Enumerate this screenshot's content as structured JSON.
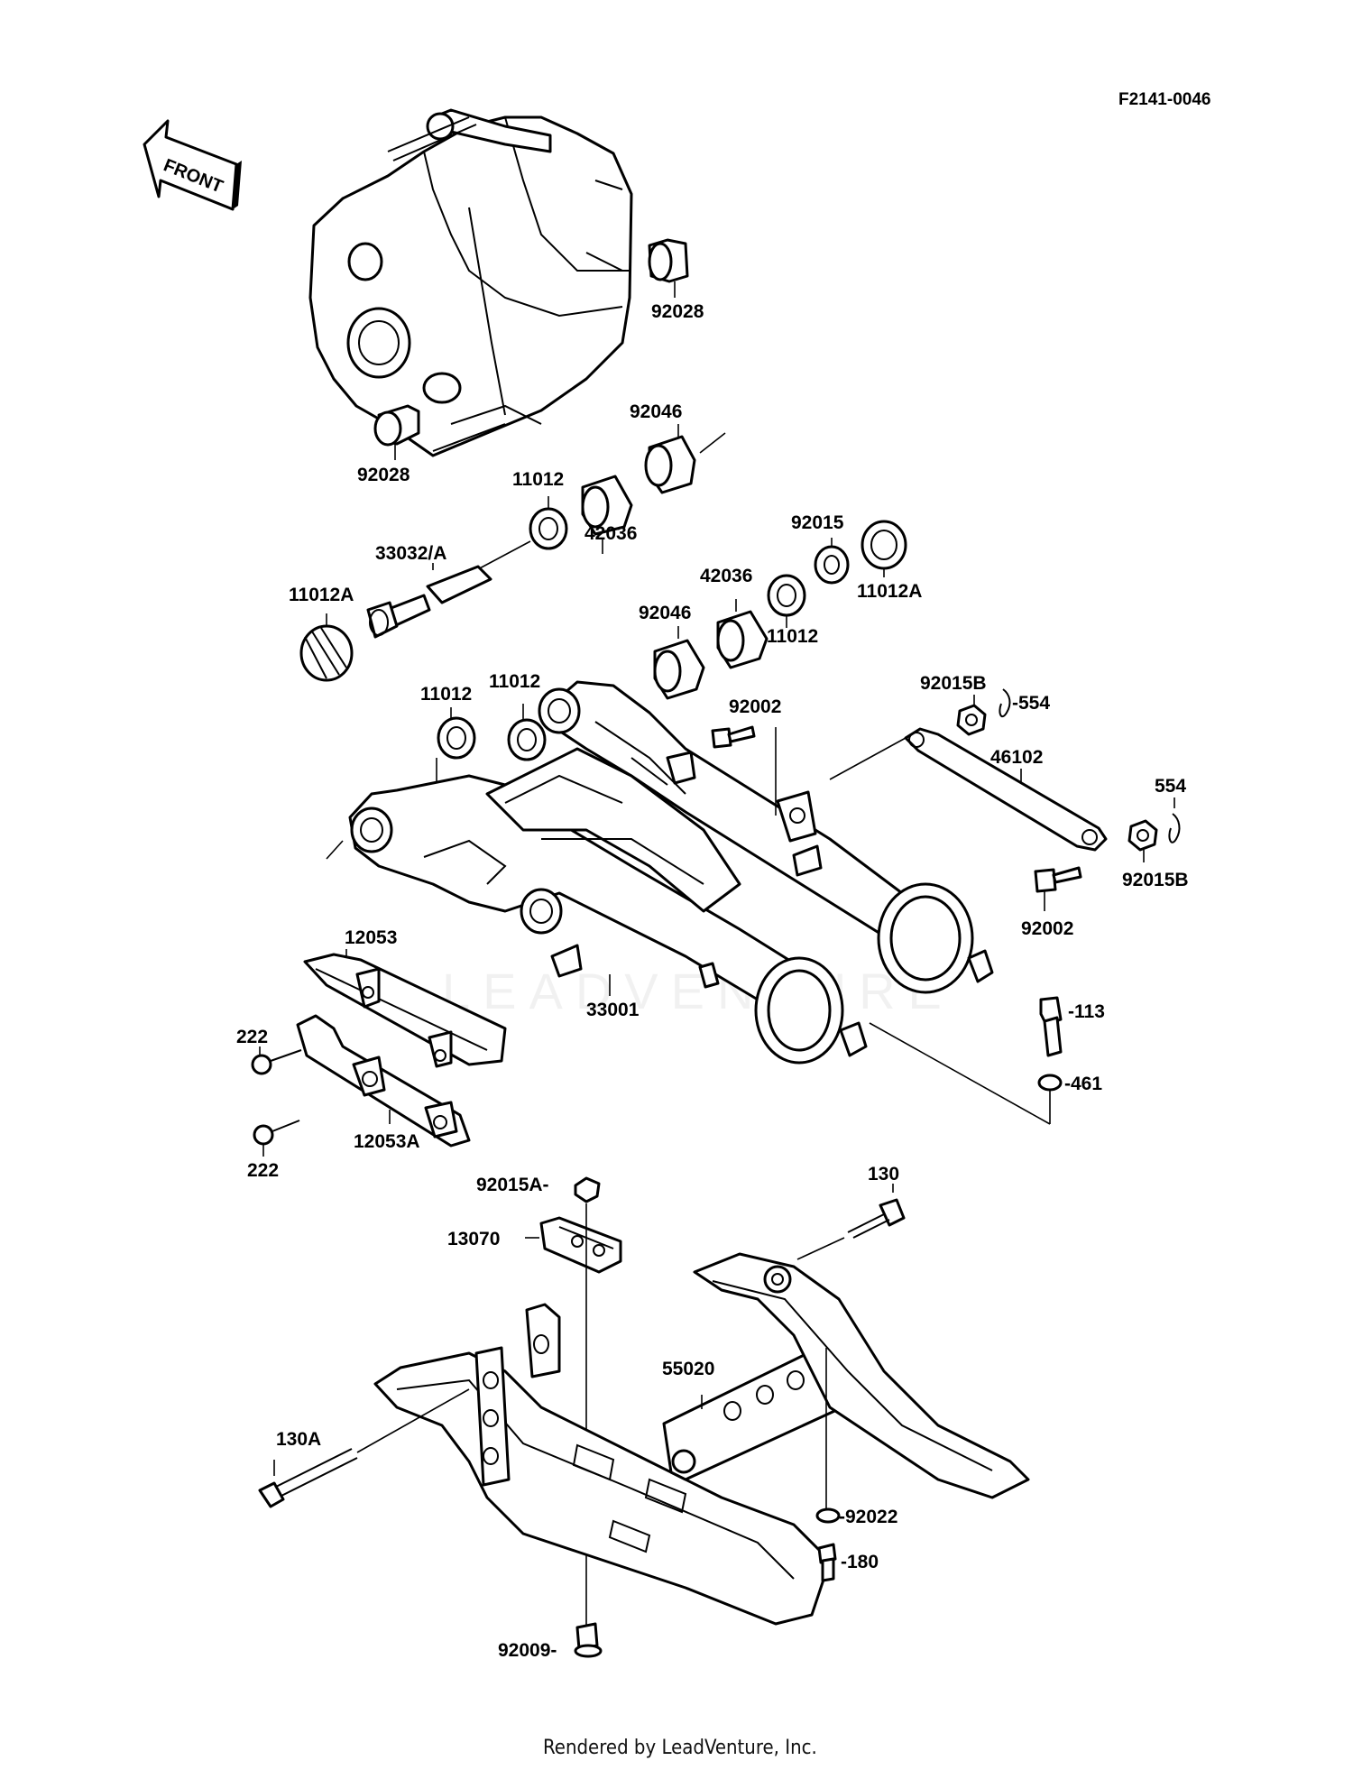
{
  "diagram_code": "F2141-0046",
  "direction_arrow_label": "FRONT",
  "watermark": "LEADVENTURE",
  "footer": "Rendered by LeadVenture, Inc.",
  "parts": {
    "p1": "92028",
    "p2": "92028",
    "p3": "92046",
    "p4": "11012",
    "p5": "42036",
    "p6": "33032/A",
    "p7": "11012A",
    "p8": "92015",
    "p9": "11012A",
    "p10": "42036",
    "p11": "92046",
    "p12": "11012",
    "p13": "11012",
    "p14": "11012",
    "p15": "92002",
    "p16": "92015B",
    "p17": "-554",
    "p18": "46102",
    "p19": "554",
    "p20": "92015B",
    "p21": "92002",
    "p22": "12053",
    "p23": "33001",
    "p24": "-113",
    "p25": "222",
    "p26": "-461",
    "p27": "222",
    "p28": "12053A",
    "p29": "92015A-",
    "p30": "130",
    "p31": "13070",
    "p32": "55020",
    "p33": "130A",
    "p34": "-92022",
    "p35": "-180",
    "p36": "92009-"
  }
}
